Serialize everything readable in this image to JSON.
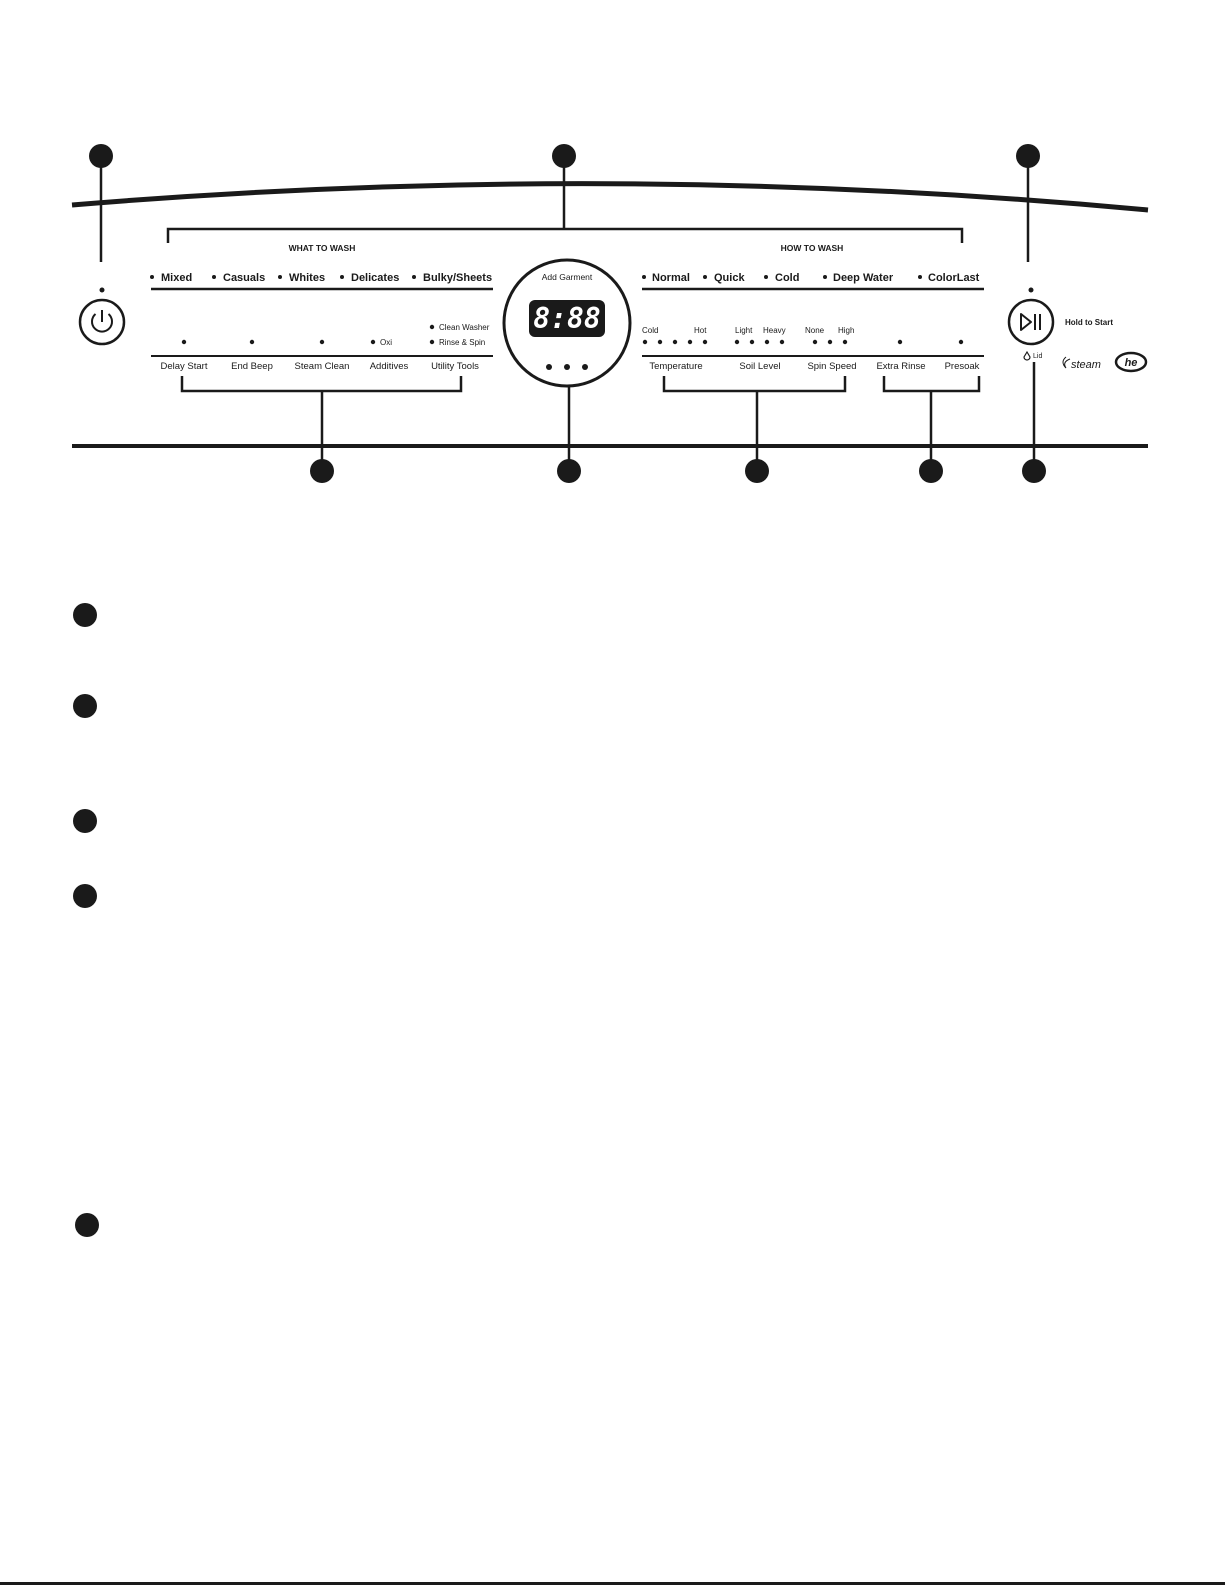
{
  "what_to_wash": {
    "header": "WHAT TO WASH",
    "cycles": [
      "Mixed",
      "Casuals",
      "Whites",
      "Delicates",
      "Bulky/Sheets"
    ]
  },
  "how_to_wash": {
    "header": "HOW TO WASH",
    "cycles": [
      "Normal",
      "Quick",
      "Cold",
      "Deep Water",
      "ColorLast"
    ]
  },
  "left_options": {
    "buttons": [
      "Delay Start",
      "End Beep",
      "Steam Clean",
      "Additives",
      "Utility Tools"
    ],
    "additives_indicator": "Oxi",
    "utility_indicators": [
      "Clean Washer",
      "Rinse & Spin"
    ]
  },
  "center": {
    "add_garment": "Add Garment",
    "display": "8:88"
  },
  "right_options": {
    "temperature": {
      "label": "Temperature",
      "low": "Cold",
      "high": "Hot"
    },
    "soil_level": {
      "label": "Soil Level",
      "low": "Light",
      "high": "Heavy"
    },
    "spin_speed": {
      "label": "Spin Speed",
      "low": "None",
      "high": "High"
    },
    "extra_rinse": "Extra Rinse",
    "presoak": "Presoak"
  },
  "start": {
    "hold_to_start": "Hold to Start",
    "lid": "Lid"
  },
  "logos": {
    "steam": "steam",
    "he": "he"
  },
  "colors": {
    "ink": "#1a1a1a",
    "background": "#ffffff",
    "display_segment": "#ffffff"
  },
  "icons": [
    "power-icon",
    "play-pause-icon",
    "lock-icon"
  ]
}
